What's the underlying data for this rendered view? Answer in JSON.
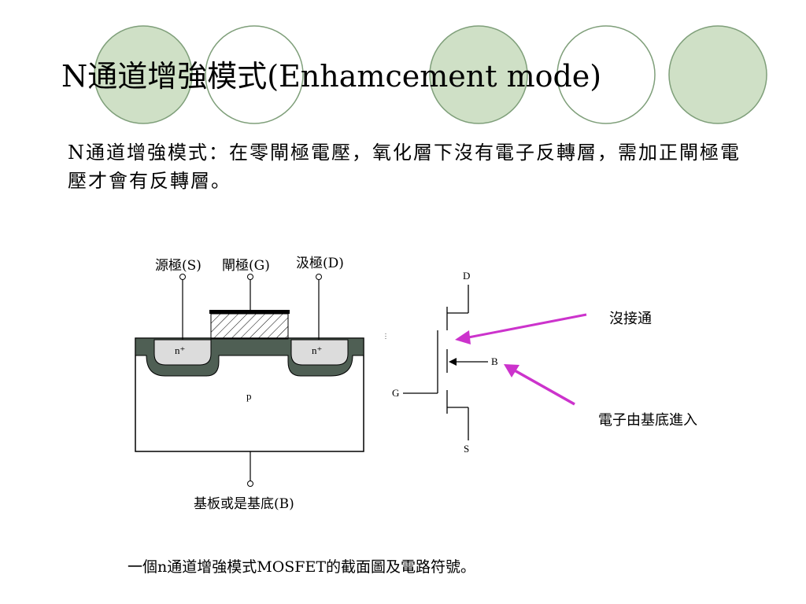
{
  "slide": {
    "title": "N通道增強模式(Enhamcement mode)",
    "body": "N通道增強模式：在零閘極電壓，氧化層下沒有電子反轉層，需加正閘極電壓才會有反轉層。"
  },
  "cross_section": {
    "source_label": "源極(S)",
    "gate_label": "閘極(G)",
    "drain_label": "汲極(D)",
    "n_plus_left": "n⁺",
    "n_plus_right": "n⁺",
    "p_label": "p",
    "substrate_label": "基板或是基底(B)"
  },
  "symbol": {
    "d": "D",
    "g": "G",
    "b": "B",
    "s": "S"
  },
  "annotations": {
    "not_connected": "沒接通",
    "electrons_from_substrate": "電子由基底進入",
    "arrow_color": "#cc33cc"
  },
  "caption": "一個n通道增強模式MOSFET的截面圖及電路符號。",
  "colors": {
    "circle_fill": "#cfe0c6",
    "circle_stroke": "#7f9f7a",
    "oxide_dark": "#4f5f54",
    "well_light": "#dcdcdc"
  }
}
